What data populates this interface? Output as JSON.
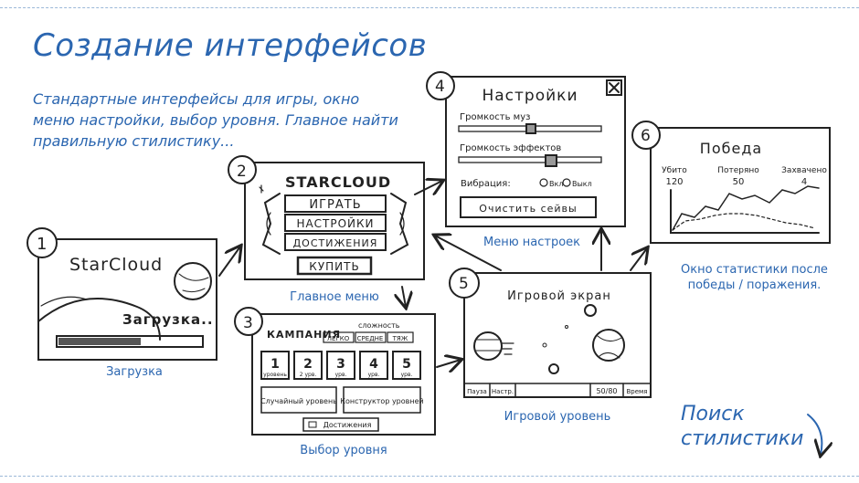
{
  "title": "Создание интерфейсов",
  "subtitle": "Стандартные интерфейсы для игры, окно меню настройки, выбор уровня. Главное найти правильную стилистику...",
  "search_label_line1": "Поиск",
  "search_label_line2": "стилистики",
  "screens": {
    "loading": {
      "number": "1",
      "logo": "StarCloud",
      "text": "Загрузка..",
      "caption": "Загрузка"
    },
    "main_menu": {
      "number": "2",
      "logo": "STARCLOUD",
      "items": [
        "ИГРАТЬ",
        "НАСТРОЙКИ",
        "ДОСТИЖЕНИЯ",
        "КУПИТЬ"
      ],
      "caption": "Главное меню"
    },
    "level_select": {
      "number": "3",
      "header": "КАМПАНИЯ",
      "difficulty_label": "сложность",
      "difficulty": [
        "ЛЕГКО",
        "СРЕДНЕ",
        "ТЯЖ"
      ],
      "levels": [
        {
          "num": "1",
          "label": "уровень"
        },
        {
          "num": "2",
          "label": "2 урв."
        },
        {
          "num": "3",
          "label": "урв."
        },
        {
          "num": "4",
          "label": "урв."
        },
        {
          "num": "5",
          "label": "урв."
        }
      ],
      "random_level": "Случайный уровень",
      "constructor": "Конструктор уровней",
      "achievements": "Достижения",
      "caption": "Выбор уровня"
    },
    "settings": {
      "number": "4",
      "header": "Настройки",
      "close": "X",
      "music_volume": "Громкость муз",
      "effects_volume": "Громкость эффектов",
      "vibration": "Вибрация:",
      "vib_on": "Вкл",
      "vib_off": "Выкл",
      "clear_saves": "Очистить сейвы",
      "caption": "Меню настроек"
    },
    "game": {
      "number": "5",
      "header": "Игровой экран",
      "pause": "Пауза",
      "settings_short": "Настр.",
      "counter": "50/80",
      "time": "Время",
      "caption": "Игровой уровень"
    },
    "stats": {
      "number": "6",
      "header": "Победа",
      "killed_label": "Убито",
      "killed_value": "120",
      "lost_label": "Потеряно",
      "lost_value": "50",
      "captured_label": "Захвачено",
      "captured_value": "4",
      "caption": "Окно статистики после победы / поражения."
    }
  }
}
